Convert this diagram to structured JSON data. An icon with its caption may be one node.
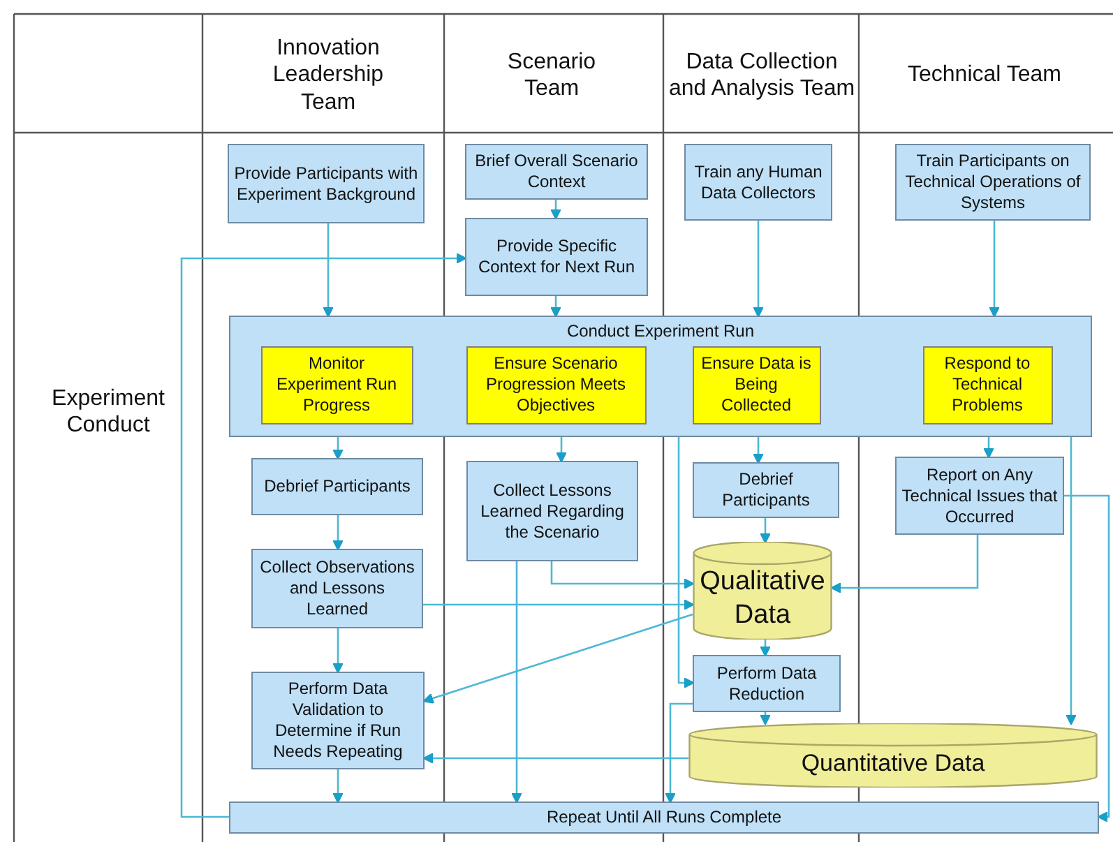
{
  "diagram": {
    "nodes": [
      {
        "text": [
          "Provide Participants with Experiment Background"
        ]
      },
      {
        "text": [
          "Brief Overall Scenario Context"
        ]
      },
      {
        "text": [
          "Provide Specific Context for Next Run"
        ]
      },
      {
        "text": [
          "Train any Human Data Collectors"
        ]
      },
      {
        "text": [
          "Train Participants on Technical Operations of Systems"
        ]
      },
      {
        "text": [
          "Conduct Experiment Run"
        ]
      },
      {
        "text": [
          "Monitor Experiment Run Progress"
        ],
        "in": 5
      },
      {
        "text": [
          "Ensure Scenario Progression Meets Objectives"
        ],
        "in": 5
      },
      {
        "text": [
          "Ensure Data is Being Collected"
        ],
        "in": 5
      },
      {
        "text": [
          "Respond to Technical Problems"
        ],
        "in": 5
      },
      {
        "text": [
          "Debrief Participants"
        ]
      },
      {
        "text": [
          "Collect Lessons Learned Regarding the Scenario"
        ]
      },
      {
        "text": [
          "Debrief Participants"
        ]
      },
      {
        "text": [
          "Report on Any Technical Issues that Occurred"
        ]
      },
      {
        "text": [
          "Collect Observations and Lessons Learned"
        ]
      },
      {
        "text": [
          "Qualitative Data"
        ]
      },
      {
        "text": [
          "Perform Data Validation to Determine if Run Needs Repeating"
        ]
      },
      {
        "text": [
          "Perform Data Reduction"
        ]
      },
      {
        "text": [
          "Quantitative Data"
        ]
      },
      {
        "text": [
          "Repeat Until All Runs Complete"
        ]
      }
    ],
    "edges": [
      {
        "from": 0,
        "to": 5,
        "arrow": "to"
      },
      {
        "from": 1,
        "to": 2,
        "arrow": "to"
      },
      {
        "from": 2,
        "to": 5,
        "arrow": "to"
      },
      {
        "from": 3,
        "to": 5,
        "arrow": "to"
      },
      {
        "from": 4,
        "to": 5,
        "arrow": "to"
      },
      {
        "from": 5,
        "to": 10,
        "arrow": "to"
      },
      {
        "from": 5,
        "to": 11,
        "arrow": "to"
      },
      {
        "from": 5,
        "to": 12,
        "arrow": "to"
      },
      {
        "from": 5,
        "to": 13,
        "arrow": "to"
      },
      {
        "from": 5,
        "to": 17,
        "arrow": "to"
      },
      {
        "from": 5,
        "to": 18,
        "arrow": "to"
      },
      {
        "from": 10,
        "to": 14,
        "arrow": "to"
      },
      {
        "from": 11,
        "to": 15,
        "arrow": "to"
      },
      {
        "from": 11,
        "to": 19,
        "arrow": "to"
      },
      {
        "from": 12,
        "to": 15,
        "arrow": "to"
      },
      {
        "from": 13,
        "to": 15,
        "arrow": "to"
      },
      {
        "from": 13,
        "to": 19,
        "arrow": "to"
      },
      {
        "from": 14,
        "to": 15,
        "arrow": "to"
      },
      {
        "from": 14,
        "to": 16,
        "arrow": "to"
      },
      {
        "from": 15,
        "to": 16,
        "arrow": "to"
      },
      {
        "from": 15,
        "to": 17,
        "arrow": "to"
      },
      {
        "from": 16,
        "to": 19,
        "arrow": "to"
      },
      {
        "from": 17,
        "to": 18,
        "arrow": "to"
      },
      {
        "from": 17,
        "to": 19,
        "arrow": "to"
      },
      {
        "from": 18,
        "to": 16,
        "arrow": "to"
      },
      {
        "from": 19,
        "to": 2,
        "arrow": "to"
      }
    ],
    "labels": [
      "Innovation Leadership Team",
      "Scenario Team",
      "Data Collection and Analysis Team",
      "Technical Team",
      "Experiment Conduct"
    ]
  }
}
